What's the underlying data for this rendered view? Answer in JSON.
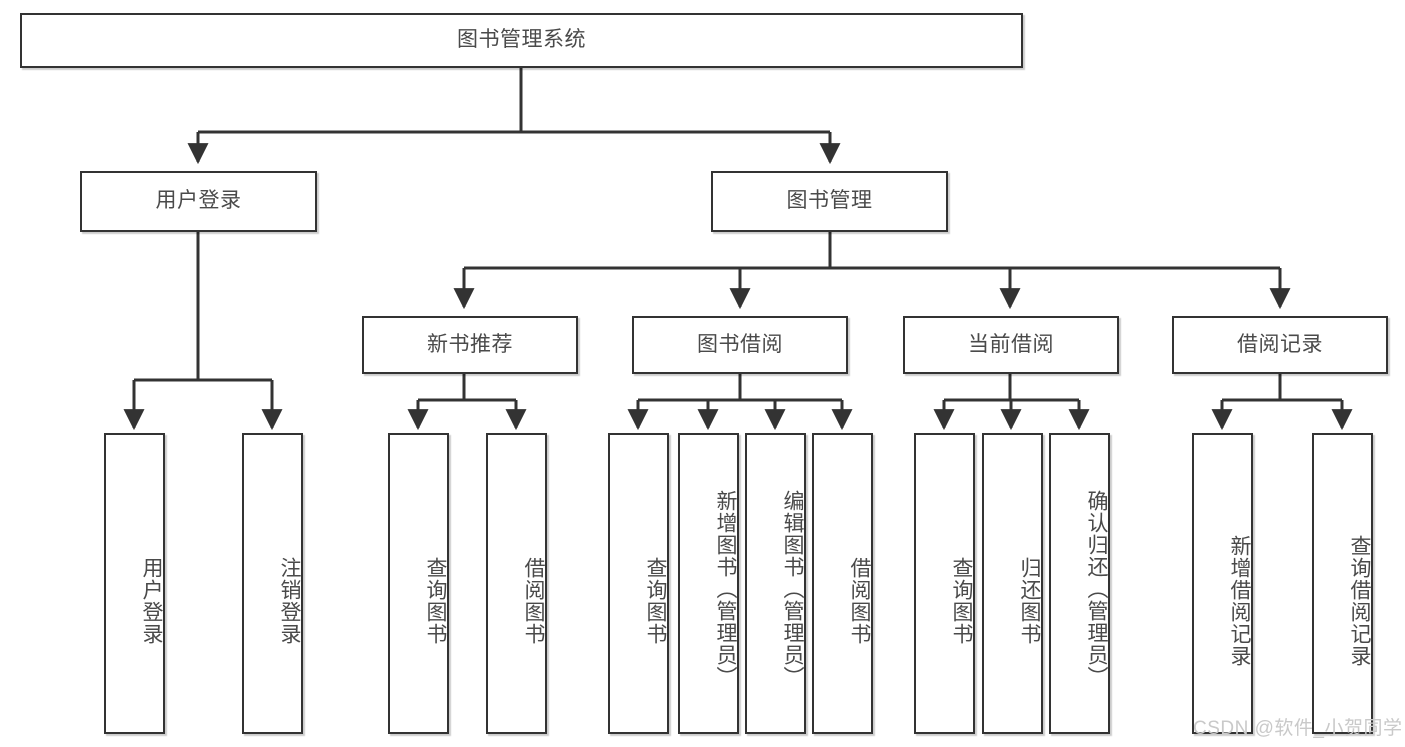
{
  "diagram": {
    "title": "图书管理系统",
    "watermark": "CSDN @软件_小贺同学",
    "colors": {
      "border": "#333333",
      "text": "#4a4a4a",
      "background": "#ffffff",
      "watermark": "#c9c9c9"
    },
    "nodes": {
      "root": "图书管理系统",
      "level2": {
        "user_login": "用户登录",
        "book_manage": "图书管理"
      },
      "level3": {
        "new_book_recommend": "新书推荐",
        "book_borrow": "图书借阅",
        "current_borrow": "当前借阅",
        "borrow_record": "借阅记录"
      },
      "leaves": {
        "user_login_children": [
          "用户登录",
          "注销登录"
        ],
        "new_book_recommend_children": [
          "查询图书",
          "借阅图书"
        ],
        "book_borrow_children": [
          "查询图书",
          "新增图书（管理员）",
          "编辑图书（管理员）",
          "借阅图书"
        ],
        "current_borrow_children": [
          "查询图书",
          "归还图书",
          "确认归还（管理员）"
        ],
        "borrow_record_children": [
          "新增借阅记录",
          "查询借阅记录"
        ]
      }
    }
  }
}
